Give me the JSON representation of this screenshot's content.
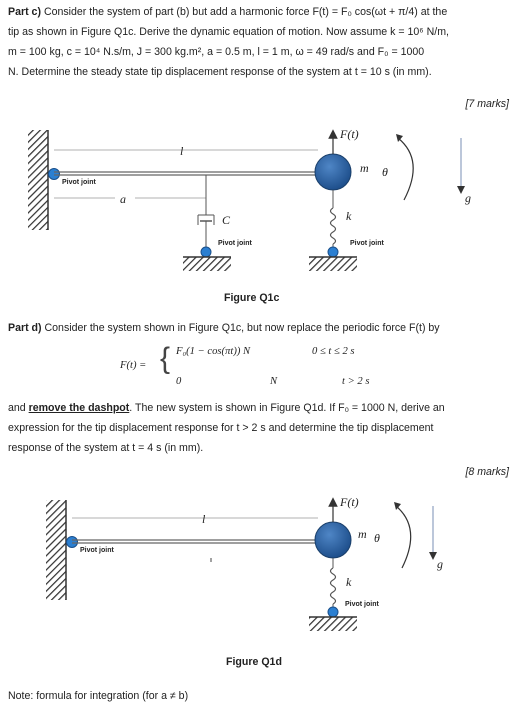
{
  "partc": {
    "heading": "Part c)",
    "line1": "Consider the system of part (b) but add a harmonic force F(t) = F₀ cos(ωt + π/4) at the",
    "line2": "tip as shown in Figure Q1c. Derive the dynamic equation of motion. Now assume k = 10⁶ N/m,",
    "line3": "m = 100 kg, c = 10⁴ N.s/m, J = 300 kg.m², a = 0.5 m, l = 1 m, ω = 49 rad/s and F₀ = 1000",
    "line4": "N. Determine the steady state tip displacement response of the system at t = 10 s (in mm).",
    "marks": "[7 marks]"
  },
  "fig1": {
    "caption": "Figure Q1c",
    "pivot_left": "Pivot joint",
    "pivot_damper": "Pivot joint",
    "pivot_spring": "Pivot joint",
    "l": "l",
    "a": "a",
    "c": "C",
    "k": "k",
    "m": "m",
    "theta": "θ",
    "force": "F(t)",
    "g": "g"
  },
  "partd": {
    "heading": "Part d)",
    "line1": "Consider the system shown in Figure Q1c, but now replace the periodic force F(t) by",
    "lhs": "F(t) =",
    "case1_expr": "F₀(1 − cos(πt))  N",
    "case1_cond": "0 ≤ t ≤ 2 s",
    "case2_expr": "0",
    "case2_unit": "N",
    "case2_cond": "t > 2 s",
    "line2_pre": "and ",
    "line2_u": "remove the dashpot",
    "line2_post": ". The new system is shown in Figure Q1d. If F₀ = 1000 N, derive an",
    "line3": "expression for the tip displacement response for t > 2 s and determine the tip displacement",
    "line4": "response of the system at t = 4 s (in mm).",
    "marks": "[8 marks]"
  },
  "fig2": {
    "caption": "Figure Q1d",
    "pivot_left": "Pivot joint",
    "pivot_spring": "Pivot joint",
    "l": "l",
    "k": "k",
    "m": "m",
    "theta": "θ",
    "force": "F(t)",
    "g": "g"
  },
  "note": "Note: formula for integration (for a ≠ b)"
}
